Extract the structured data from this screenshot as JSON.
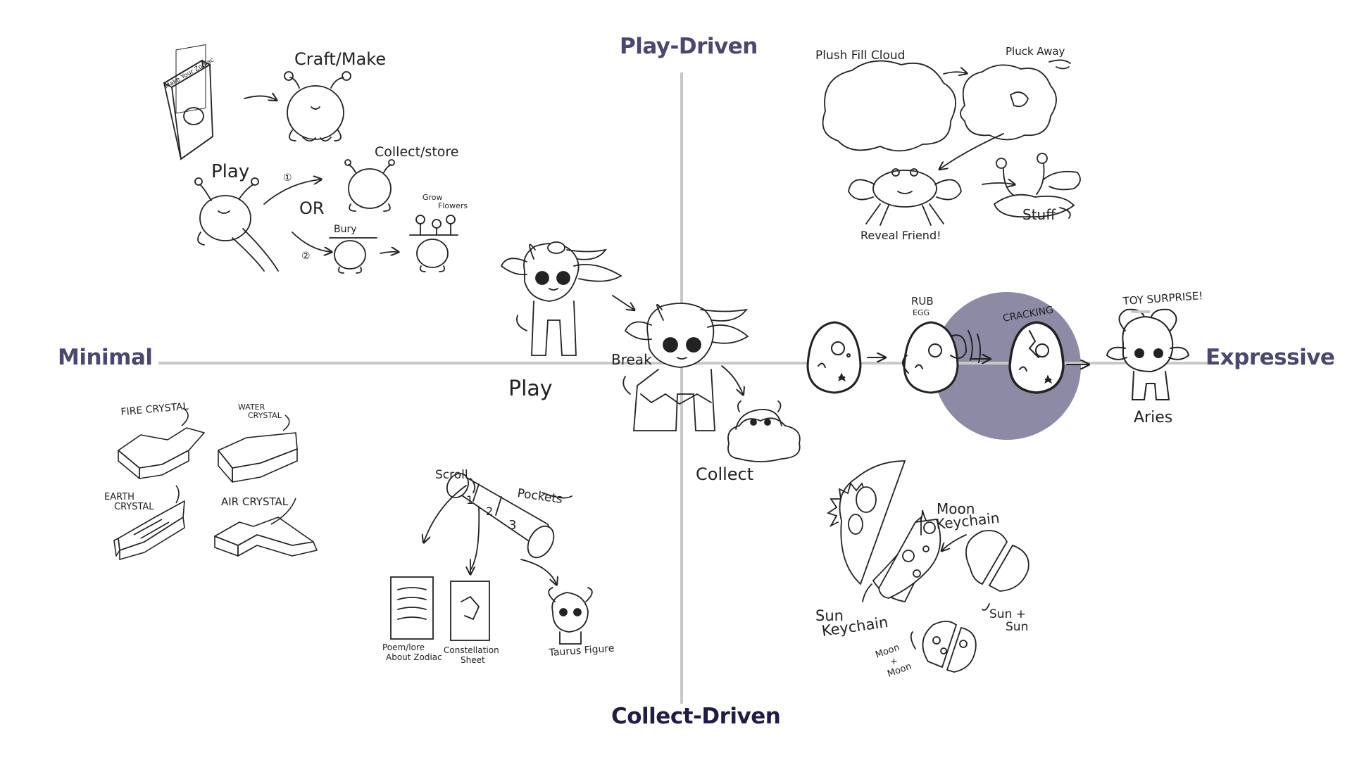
{
  "axes": {
    "top": "Play-Driven",
    "bottom": "Collect-Driven",
    "left": "Minimal",
    "right": "Expressive"
  },
  "colors": {
    "axis_title": "#4a4870",
    "axis_title_bottom": "#1f1c45",
    "axis_line": "#c8c8c8",
    "highlight": "#8d8aa6",
    "ink": "#222222"
  },
  "top_left": {
    "box_label": "Make Your Zodiac",
    "craft": "Craft/Make",
    "play": "Play",
    "step1": "①",
    "or": "OR",
    "step2": "②",
    "collect": "Collect/store",
    "bury": "Bury",
    "grow": "Grow",
    "flowers": "Flowers"
  },
  "center": {
    "play": "Play",
    "break": "Break",
    "collect": "Collect"
  },
  "top_right": {
    "plush": "Plush Fill Cloud",
    "pluck": "Pluck Away",
    "reveal": "Reveal Friend!",
    "stuff": "Stuff"
  },
  "egg_row": {
    "rub": "RUB",
    "egg": "EGG",
    "cracking": "CRACKING",
    "toy": "TOY SURPRISE!",
    "aries": "Aries"
  },
  "bottom_left": {
    "fire": "FIRE CRYSTAL",
    "water1": "WATER",
    "water2": "CRYSTAL",
    "earth1": "EARTH",
    "earth2": "CRYSTAL",
    "air": "AIR CRYSTAL"
  },
  "bottom_mid": {
    "scroll": "Scroll",
    "pockets": "Pockets",
    "n1": "1",
    "n2": "2",
    "n3": "3",
    "poem1": "Poem/lore",
    "poem2": "About Zodiac",
    "const1": "Constellation",
    "const2": "Sheet",
    "taurus": "Taurus Figure"
  },
  "bottom_right": {
    "moon1": "Moon",
    "moon2": "Keychain",
    "sun1": "Sun",
    "sun2": "Keychain",
    "sunsun1": "Sun +",
    "sunsun2": "Sun",
    "mm1": "Moon",
    "mm2": "+",
    "mm3": "Moon"
  }
}
